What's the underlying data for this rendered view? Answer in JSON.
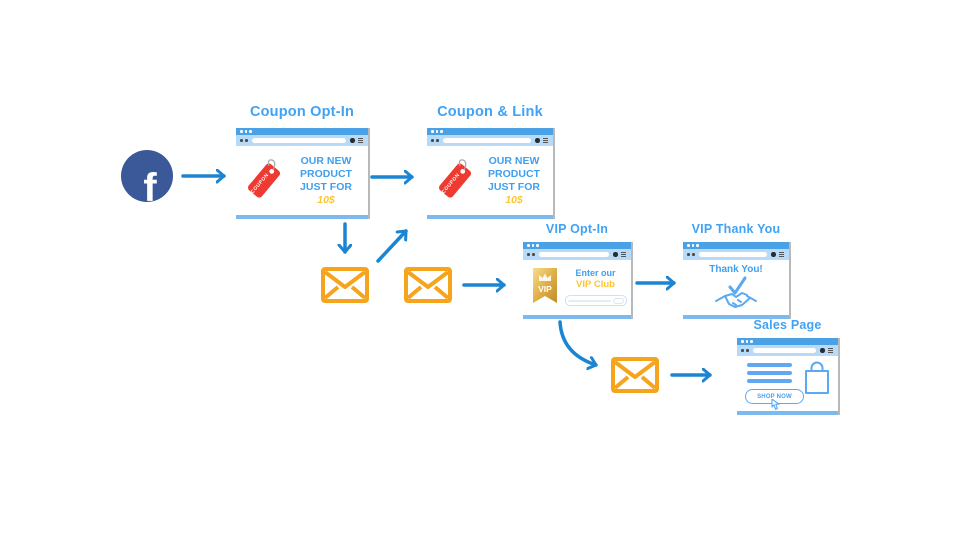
{
  "colors": {
    "arrow": "#1b85d4",
    "node_title": "#3fa2f5",
    "window_titlebar": "#4ba1e6",
    "window_toolbar": "#b6daf8",
    "window_bottom_bar": "#7cb9ef",
    "content_blue": "#3f9ff0",
    "gold": "#fdc62f",
    "envelope_orange": "#f6a41b",
    "facebook_blue": "#3b5998",
    "coupon_red": "#ee3a30",
    "icon_light_blue": "#5aa9f2"
  },
  "facebook": {
    "glyph": "f"
  },
  "windows": {
    "coupon_optin": {
      "title": "Coupon Opt-In",
      "tag": "COUPON",
      "line1": "OUR NEW",
      "line2": "PRODUCT",
      "line3": "JUST FOR",
      "price": "10$"
    },
    "coupon_link": {
      "title": "Coupon & Link",
      "tag": "COUPON",
      "line1": "OUR NEW",
      "line2": "PRODUCT",
      "line3": "JUST FOR",
      "price": "10$"
    },
    "vip_optin": {
      "title": "VIP Opt-In",
      "badge": "VIP",
      "line1": "Enter our",
      "line2": "VIP Club"
    },
    "vip_thank_you": {
      "title": "VIP Thank You",
      "message": "Thank You!"
    },
    "sales_page": {
      "title": "Sales Page",
      "button": "SHOP NOW"
    }
  }
}
